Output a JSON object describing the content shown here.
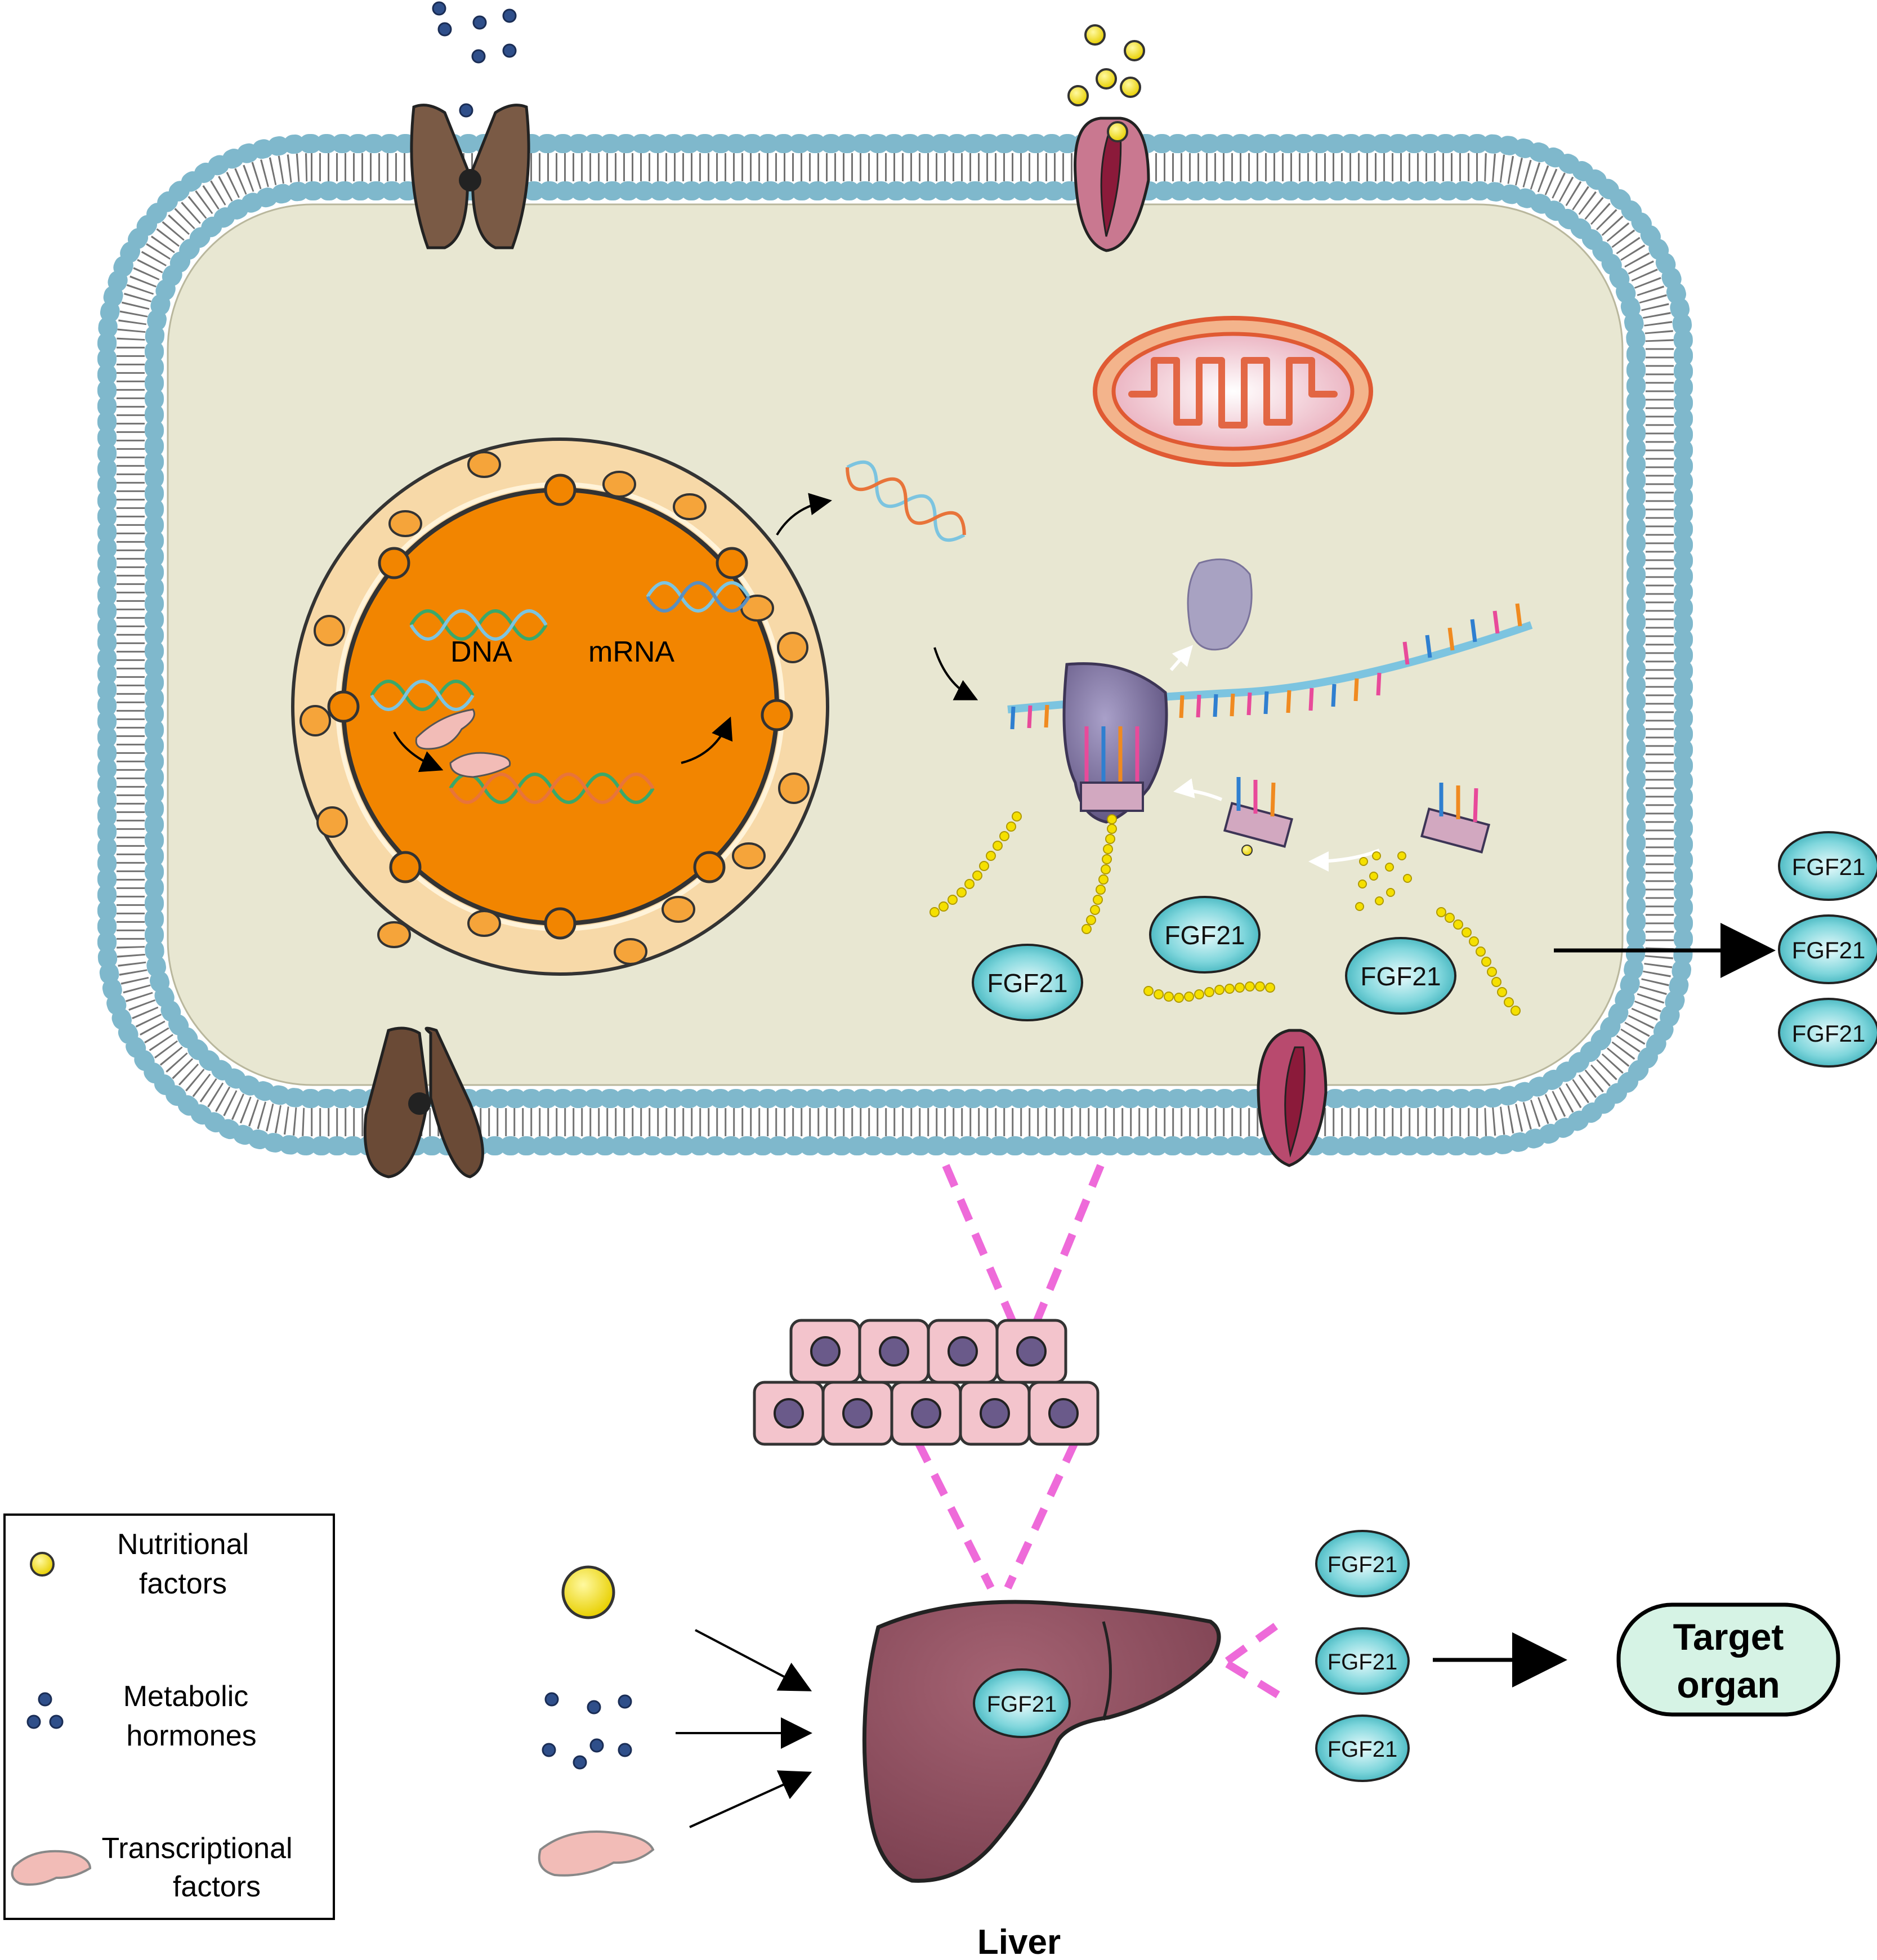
{
  "cell": {
    "dna_label": "DNA",
    "mrna_label": "mRNA",
    "fgf21_labels": [
      "FGF21",
      "FGF21",
      "FGF21"
    ]
  },
  "secreted": {
    "fgf21_labels": [
      "FGF21",
      "FGF21",
      "FGF21"
    ]
  },
  "liver": {
    "label": "Liver",
    "inner_fgf21": "FGF21",
    "secreted_fgf21": [
      "FGF21",
      "FGF21",
      "FGF21"
    ],
    "target_organ_line1": "Target",
    "target_organ_line2": "organ"
  },
  "legend": {
    "items": [
      {
        "icon": "yellow-dot-icon",
        "line1": "Nutritional",
        "line2": "factors"
      },
      {
        "icon": "blue-dots-icon",
        "line1": "Metabolic",
        "line2": "hormones"
      },
      {
        "icon": "pink-blob-icon",
        "line1": "Transcriptional",
        "line2": "factors"
      }
    ]
  },
  "colors": {
    "membrane_head": "#7fb8cc",
    "cytoplasm": "#e8e7d2",
    "nucleus": "#f28500",
    "nuclear_envelope": "#f7d9a8",
    "fgf21": "#52c3cc",
    "liver": "#8a4f5e",
    "target_organ": "#d6f3e5",
    "dashes": "#ee6ad9",
    "nutrient": "#f5e000",
    "hormone": "#2f4f8a"
  }
}
